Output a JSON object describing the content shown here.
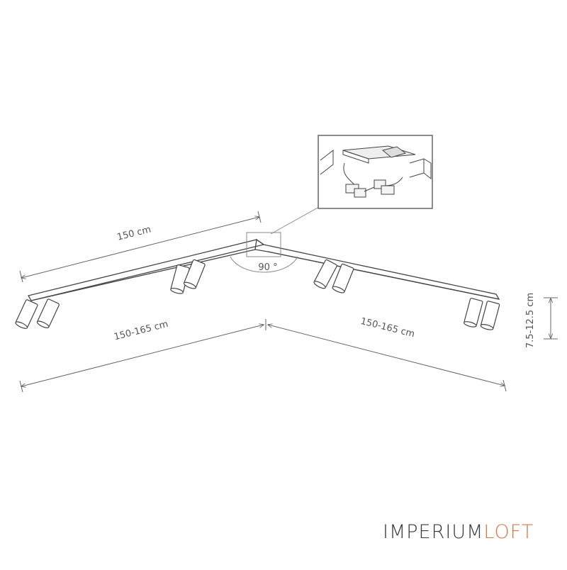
{
  "dimensions": {
    "top_length": "150 cm",
    "left_length": "150-165 cm",
    "right_length": "150-165 cm",
    "angle": "90 °",
    "height": "7.5-12.5 cm"
  },
  "inset": {
    "icon": "connector-detail-icon"
  },
  "brand": {
    "primary": "IMPERIUM",
    "accent": "LOFT",
    "primary_color": "#3a3a3a",
    "accent_color": "#d9774b"
  },
  "colors": {
    "line": "#444444",
    "text": "#555555"
  }
}
